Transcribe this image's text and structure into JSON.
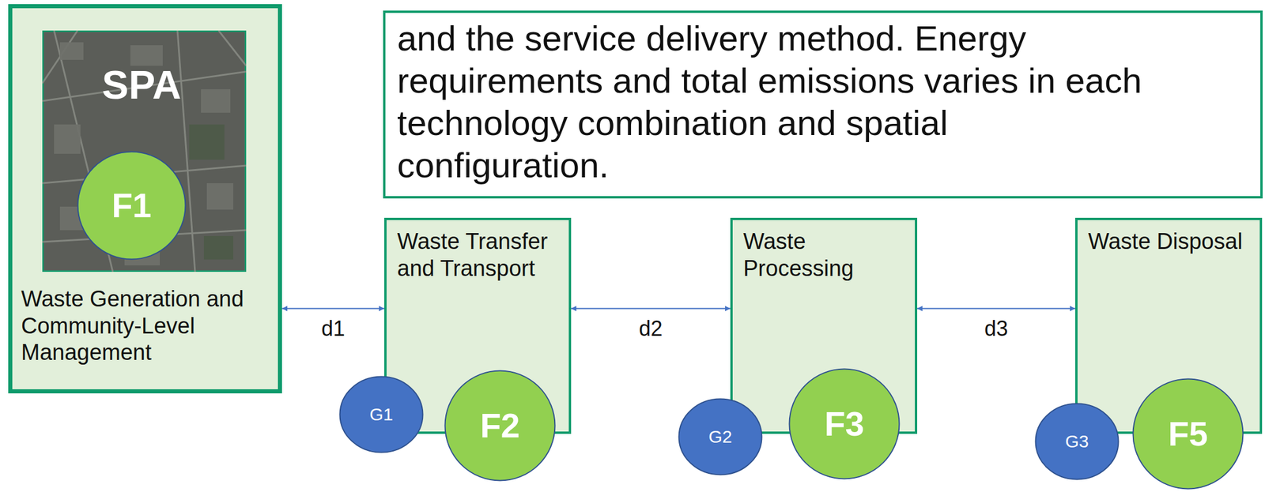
{
  "diagram": {
    "nodes": [
      {
        "text": [
          "Waste Generation and Community-Level Management"
        ]
      },
      {
        "text": [
          "F1"
        ],
        "in": 0
      },
      {
        "text": [
          "and the service delivery method. Energy requirements and total emissions varies in each technology combination and spatial configuration."
        ]
      },
      {
        "text": [
          "Waste Transfer and Transport"
        ]
      },
      {
        "text": [
          "G1"
        ]
      },
      {
        "text": [
          "F2"
        ]
      },
      {
        "text": [
          "Waste Processing"
        ]
      },
      {
        "text": [
          "G2"
        ]
      },
      {
        "text": [
          "F3"
        ]
      },
      {
        "text": [
          "Waste Disposal"
        ]
      },
      {
        "text": [
          "G3"
        ]
      },
      {
        "text": [
          "F5"
        ]
      }
    ],
    "edges": [
      {
        "from": 0,
        "to": 3,
        "label": "d1",
        "arrow": "both"
      },
      {
        "from": 3,
        "to": 6,
        "label": "d2",
        "arrow": "both"
      },
      {
        "from": 6,
        "to": 9,
        "label": "d3",
        "arrow": "both"
      }
    ],
    "labels": [
      "SPA"
    ]
  }
}
